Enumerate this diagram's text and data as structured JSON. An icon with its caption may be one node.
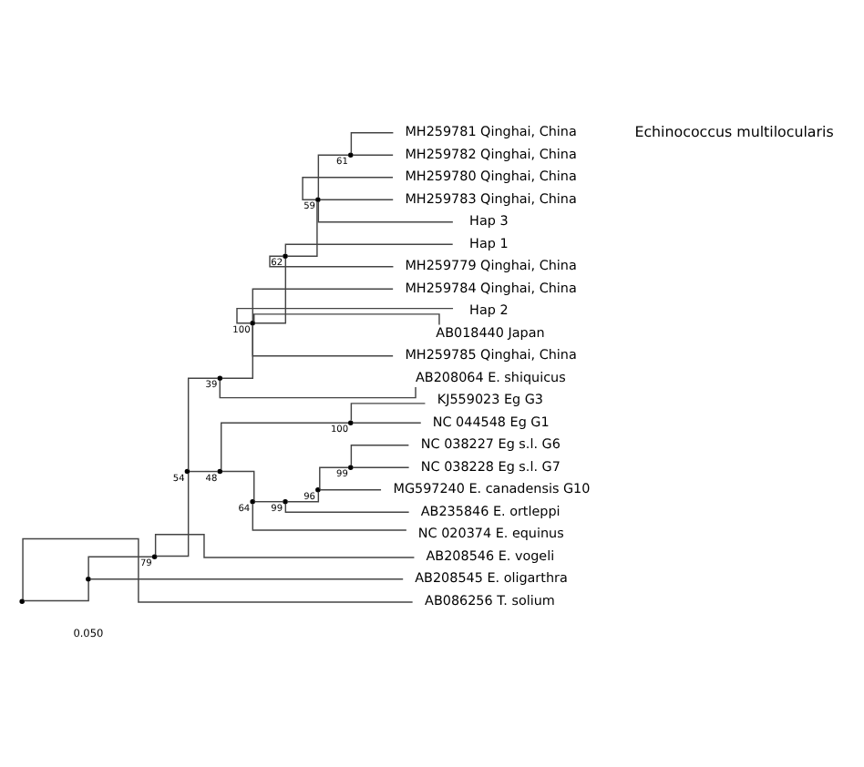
{
  "diagram": {
    "nodes": [
      {
        "text": [],
        "shape": "point"
      },
      {
        "text": [],
        "shape": "point"
      },
      {
        "text": [],
        "shape": "point",
        "beside": [
          "79"
        ]
      },
      {
        "text": [],
        "shape": "point",
        "beside": [
          "54"
        ]
      },
      {
        "text": [],
        "shape": "point",
        "beside": [
          "39"
        ]
      },
      {
        "text": [],
        "shape": "point",
        "beside": [
          "48"
        ]
      },
      {
        "text": [],
        "shape": "point",
        "beside": [
          "100"
        ]
      },
      {
        "text": [],
        "shape": "point",
        "beside": [
          "64"
        ]
      },
      {
        "text": [],
        "shape": "point",
        "beside": [
          "99"
        ]
      },
      {
        "text": [],
        "shape": "point",
        "beside": [
          "100"
        ]
      },
      {
        "text": [],
        "shape": "point",
        "beside": [
          "96"
        ]
      },
      {
        "text": [],
        "shape": "point",
        "beside": [
          "99"
        ]
      },
      {
        "text": [],
        "shape": "point",
        "beside": [
          "62"
        ]
      },
      {
        "text": [],
        "shape": "point",
        "beside": [
          "59"
        ]
      },
      {
        "text": [],
        "shape": "point",
        "beside": [
          "61"
        ]
      },
      {
        "text": [
          "MH259781 Qinghai, China"
        ]
      },
      {
        "text": [
          "MH259782 Qinghai, China"
        ]
      },
      {
        "text": [
          "MH259780 Qinghai, China"
        ]
      },
      {
        "text": [
          "MH259783 Qinghai, China"
        ]
      },
      {
        "text": [
          "Hap 3"
        ]
      },
      {
        "text": [
          "Hap 1"
        ]
      },
      {
        "text": [
          "MH259779 Qinghai, China"
        ]
      },
      {
        "text": [
          "MH259784 Qinghai, China"
        ]
      },
      {
        "text": [
          "Hap 2"
        ]
      },
      {
        "text": [
          "AB018440 Japan"
        ]
      },
      {
        "text": [
          "MH259785 Qinghai, China"
        ]
      },
      {
        "text": [
          "AB208064 E. shiquicus"
        ]
      },
      {
        "text": [
          "KJ559023 Eg G3"
        ]
      },
      {
        "text": [
          "NC 044548 Eg G1"
        ]
      },
      {
        "text": [
          "NC 020374 E. equinus"
        ]
      },
      {
        "text": [
          "AB235846 E. ortleppi"
        ]
      },
      {
        "text": [
          "MG597240 E. canadensis G10"
        ]
      },
      {
        "text": [
          "NC 038227 Eg s.l. G6"
        ]
      },
      {
        "text": [
          "NC 038228 Eg s.l. G7"
        ]
      },
      {
        "text": [
          "AB208546 E. vogeli"
        ]
      },
      {
        "text": [
          "AB208545 E. oligarthra"
        ]
      },
      {
        "text": [
          "AB086256 T. solium"
        ]
      }
    ],
    "edges": [
      {
        "from": 0,
        "to": 1,
        "arrow": "none"
      },
      {
        "from": 0,
        "to": 36,
        "arrow": "none"
      },
      {
        "from": 1,
        "to": 2,
        "arrow": "none"
      },
      {
        "from": 1,
        "to": 35,
        "arrow": "none"
      },
      {
        "from": 2,
        "to": 3,
        "arrow": "none"
      },
      {
        "from": 2,
        "to": 34,
        "arrow": "none"
      },
      {
        "from": 3,
        "to": 4,
        "arrow": "none"
      },
      {
        "from": 3,
        "to": 5,
        "arrow": "none"
      },
      {
        "from": 4,
        "to": 9,
        "arrow": "none"
      },
      {
        "from": 4,
        "to": 26,
        "arrow": "none"
      },
      {
        "from": 9,
        "to": 12,
        "arrow": "none"
      },
      {
        "from": 9,
        "to": 22,
        "arrow": "none"
      },
      {
        "from": 9,
        "to": 23,
        "arrow": "none"
      },
      {
        "from": 9,
        "to": 24,
        "arrow": "none"
      },
      {
        "from": 9,
        "to": 25,
        "arrow": "none"
      },
      {
        "from": 12,
        "to": 13,
        "arrow": "none"
      },
      {
        "from": 12,
        "to": 20,
        "arrow": "none"
      },
      {
        "from": 12,
        "to": 21,
        "arrow": "none"
      },
      {
        "from": 13,
        "to": 14,
        "arrow": "none"
      },
      {
        "from": 13,
        "to": 17,
        "arrow": "none"
      },
      {
        "from": 13,
        "to": 18,
        "arrow": "none"
      },
      {
        "from": 13,
        "to": 19,
        "arrow": "none"
      },
      {
        "from": 14,
        "to": 15,
        "arrow": "none"
      },
      {
        "from": 14,
        "to": 16,
        "arrow": "none"
      },
      {
        "from": 5,
        "to": 6,
        "arrow": "none"
      },
      {
        "from": 5,
        "to": 7,
        "arrow": "none"
      },
      {
        "from": 6,
        "to": 27,
        "arrow": "none"
      },
      {
        "from": 6,
        "to": 28,
        "arrow": "none"
      },
      {
        "from": 7,
        "to": 29,
        "arrow": "none"
      },
      {
        "from": 7,
        "to": 8,
        "arrow": "none"
      },
      {
        "from": 8,
        "to": 30,
        "arrow": "none"
      },
      {
        "from": 8,
        "to": 10,
        "arrow": "none"
      },
      {
        "from": 10,
        "to": 31,
        "arrow": "none"
      },
      {
        "from": 10,
        "to": 11,
        "arrow": "none"
      },
      {
        "from": 11,
        "to": 32,
        "arrow": "none"
      },
      {
        "from": 11,
        "to": 33,
        "arrow": "none"
      }
    ],
    "labels": [
      "Echinococcus multilocularis",
      "0.050"
    ]
  }
}
